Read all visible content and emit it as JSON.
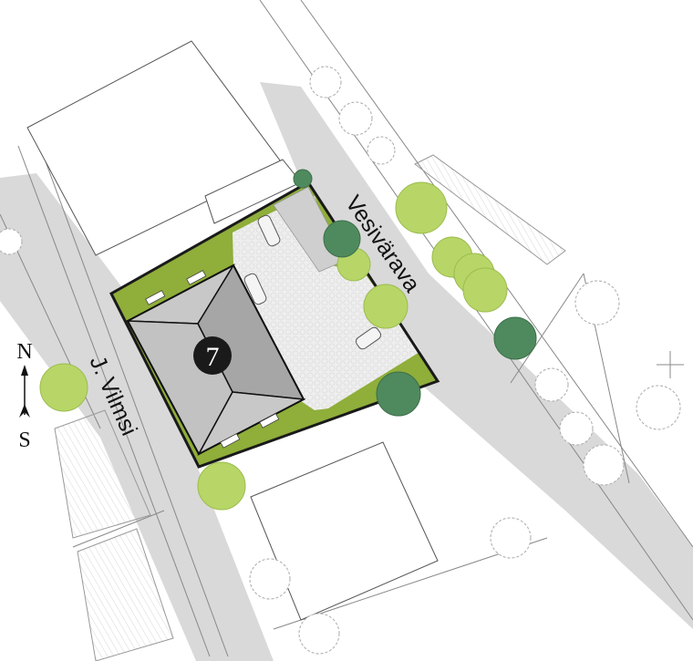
{
  "streets": {
    "west": "J. Vilmsi",
    "east": "Vesivärava"
  },
  "plot": {
    "house_number": "7"
  },
  "compass": {
    "north": "N",
    "south": "S"
  },
  "colors": {
    "road": "#d9d9d9",
    "lawn": "#8fae3a",
    "roof_light": "#c8c8c8",
    "roof_dark": "#a6a6a6",
    "paving": "#ececec",
    "tree_light": "#b7d667",
    "tree_dark": "#4f8a5e"
  }
}
